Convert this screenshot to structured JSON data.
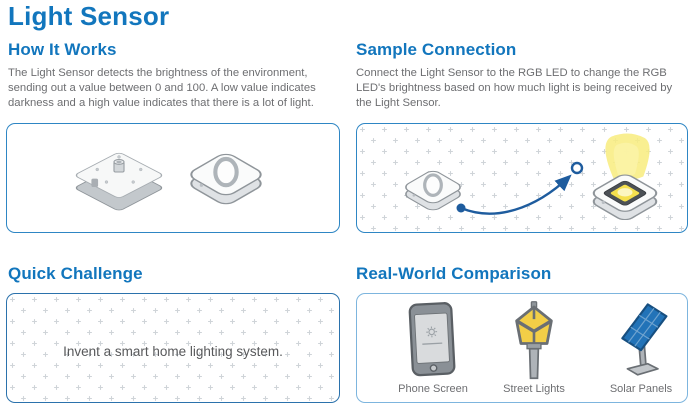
{
  "title": "Light Sensor",
  "colors": {
    "heading_blue": "#1276BD",
    "body_gray": "#6D6E71",
    "panel_border_blue": "#2E86C4",
    "panel_border_light_blue": "#7DB5DE",
    "arrow_blue": "#1E5C9E",
    "glow_yellow": "#F8EC7E",
    "led_yellow": "#F5E04E",
    "lantern_yellow": "#F2CE47",
    "solar_blue": "#2273B8"
  },
  "sections": {
    "how_it_works": {
      "heading": "How It Works",
      "body": "The Light Sensor detects the brightness of the environment, sending out a value between 0 and 100. A low value indicates darkness and a high value indicates that there is a lot of light.",
      "images": [
        {
          "name": "light-sensor-photo"
        },
        {
          "name": "light-sensor-illustration"
        }
      ]
    },
    "sample_connection": {
      "heading": "Sample Connection",
      "body": "Connect the Light Sensor to the RGB LED to change the RGB LED's brightness based on how much light is being received by the Light Sensor.",
      "diagram": {
        "from": "light-sensor",
        "to": "rgb-led",
        "connector": "curved-arrow"
      }
    },
    "quick_challenge": {
      "heading": "Quick Challenge",
      "prompt": "Invent a smart home lighting system."
    },
    "real_world": {
      "heading": "Real-World Comparison",
      "items": [
        {
          "label": "Phone Screen",
          "icon": "phone-icon"
        },
        {
          "label": "Street Lights",
          "icon": "street-light-icon"
        },
        {
          "label": "Solar Panels",
          "icon": "solar-panel-icon"
        }
      ]
    }
  }
}
